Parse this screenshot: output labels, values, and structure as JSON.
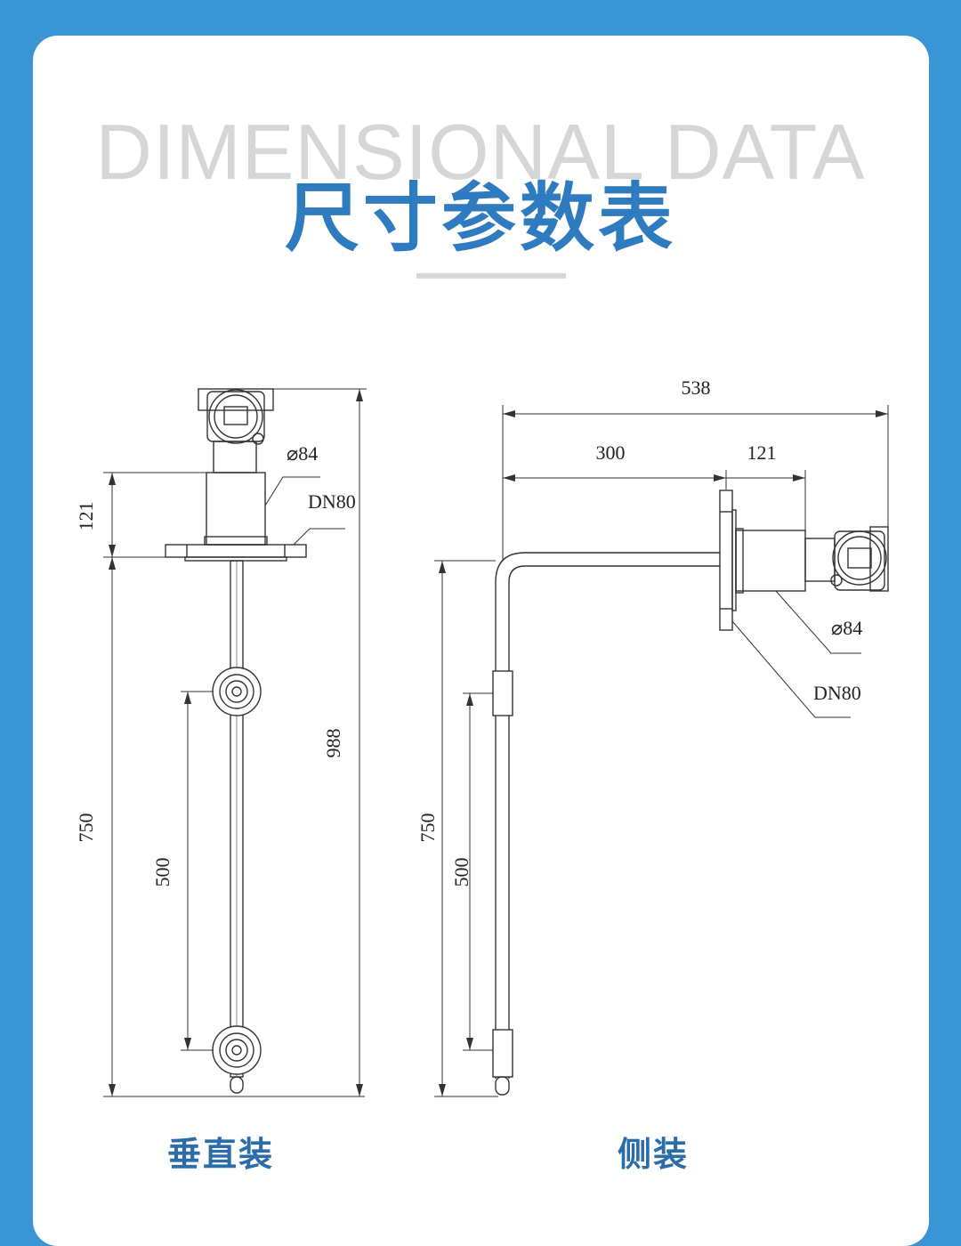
{
  "header": {
    "watermark": "DIMENSIONAL DATA",
    "title": "尺寸参数表"
  },
  "vertical_mount": {
    "caption": "垂直装",
    "dims": {
      "flange_to_head": "121",
      "overall_height": "988",
      "probe_length": "750",
      "float_span": "500",
      "diameter": "⌀84",
      "flange": "DN80"
    }
  },
  "side_mount": {
    "caption": "侧装",
    "dims": {
      "overall_width": "538",
      "horizontal_arm": "300",
      "flange_to_head": "121",
      "probe_length": "750",
      "float_span": "500",
      "diameter": "⌀84",
      "flange": "DN80"
    }
  },
  "colors": {
    "background": "#3a95d6",
    "title": "#2f7bbf",
    "caption": "#2c6ca8",
    "line": "#333333"
  }
}
